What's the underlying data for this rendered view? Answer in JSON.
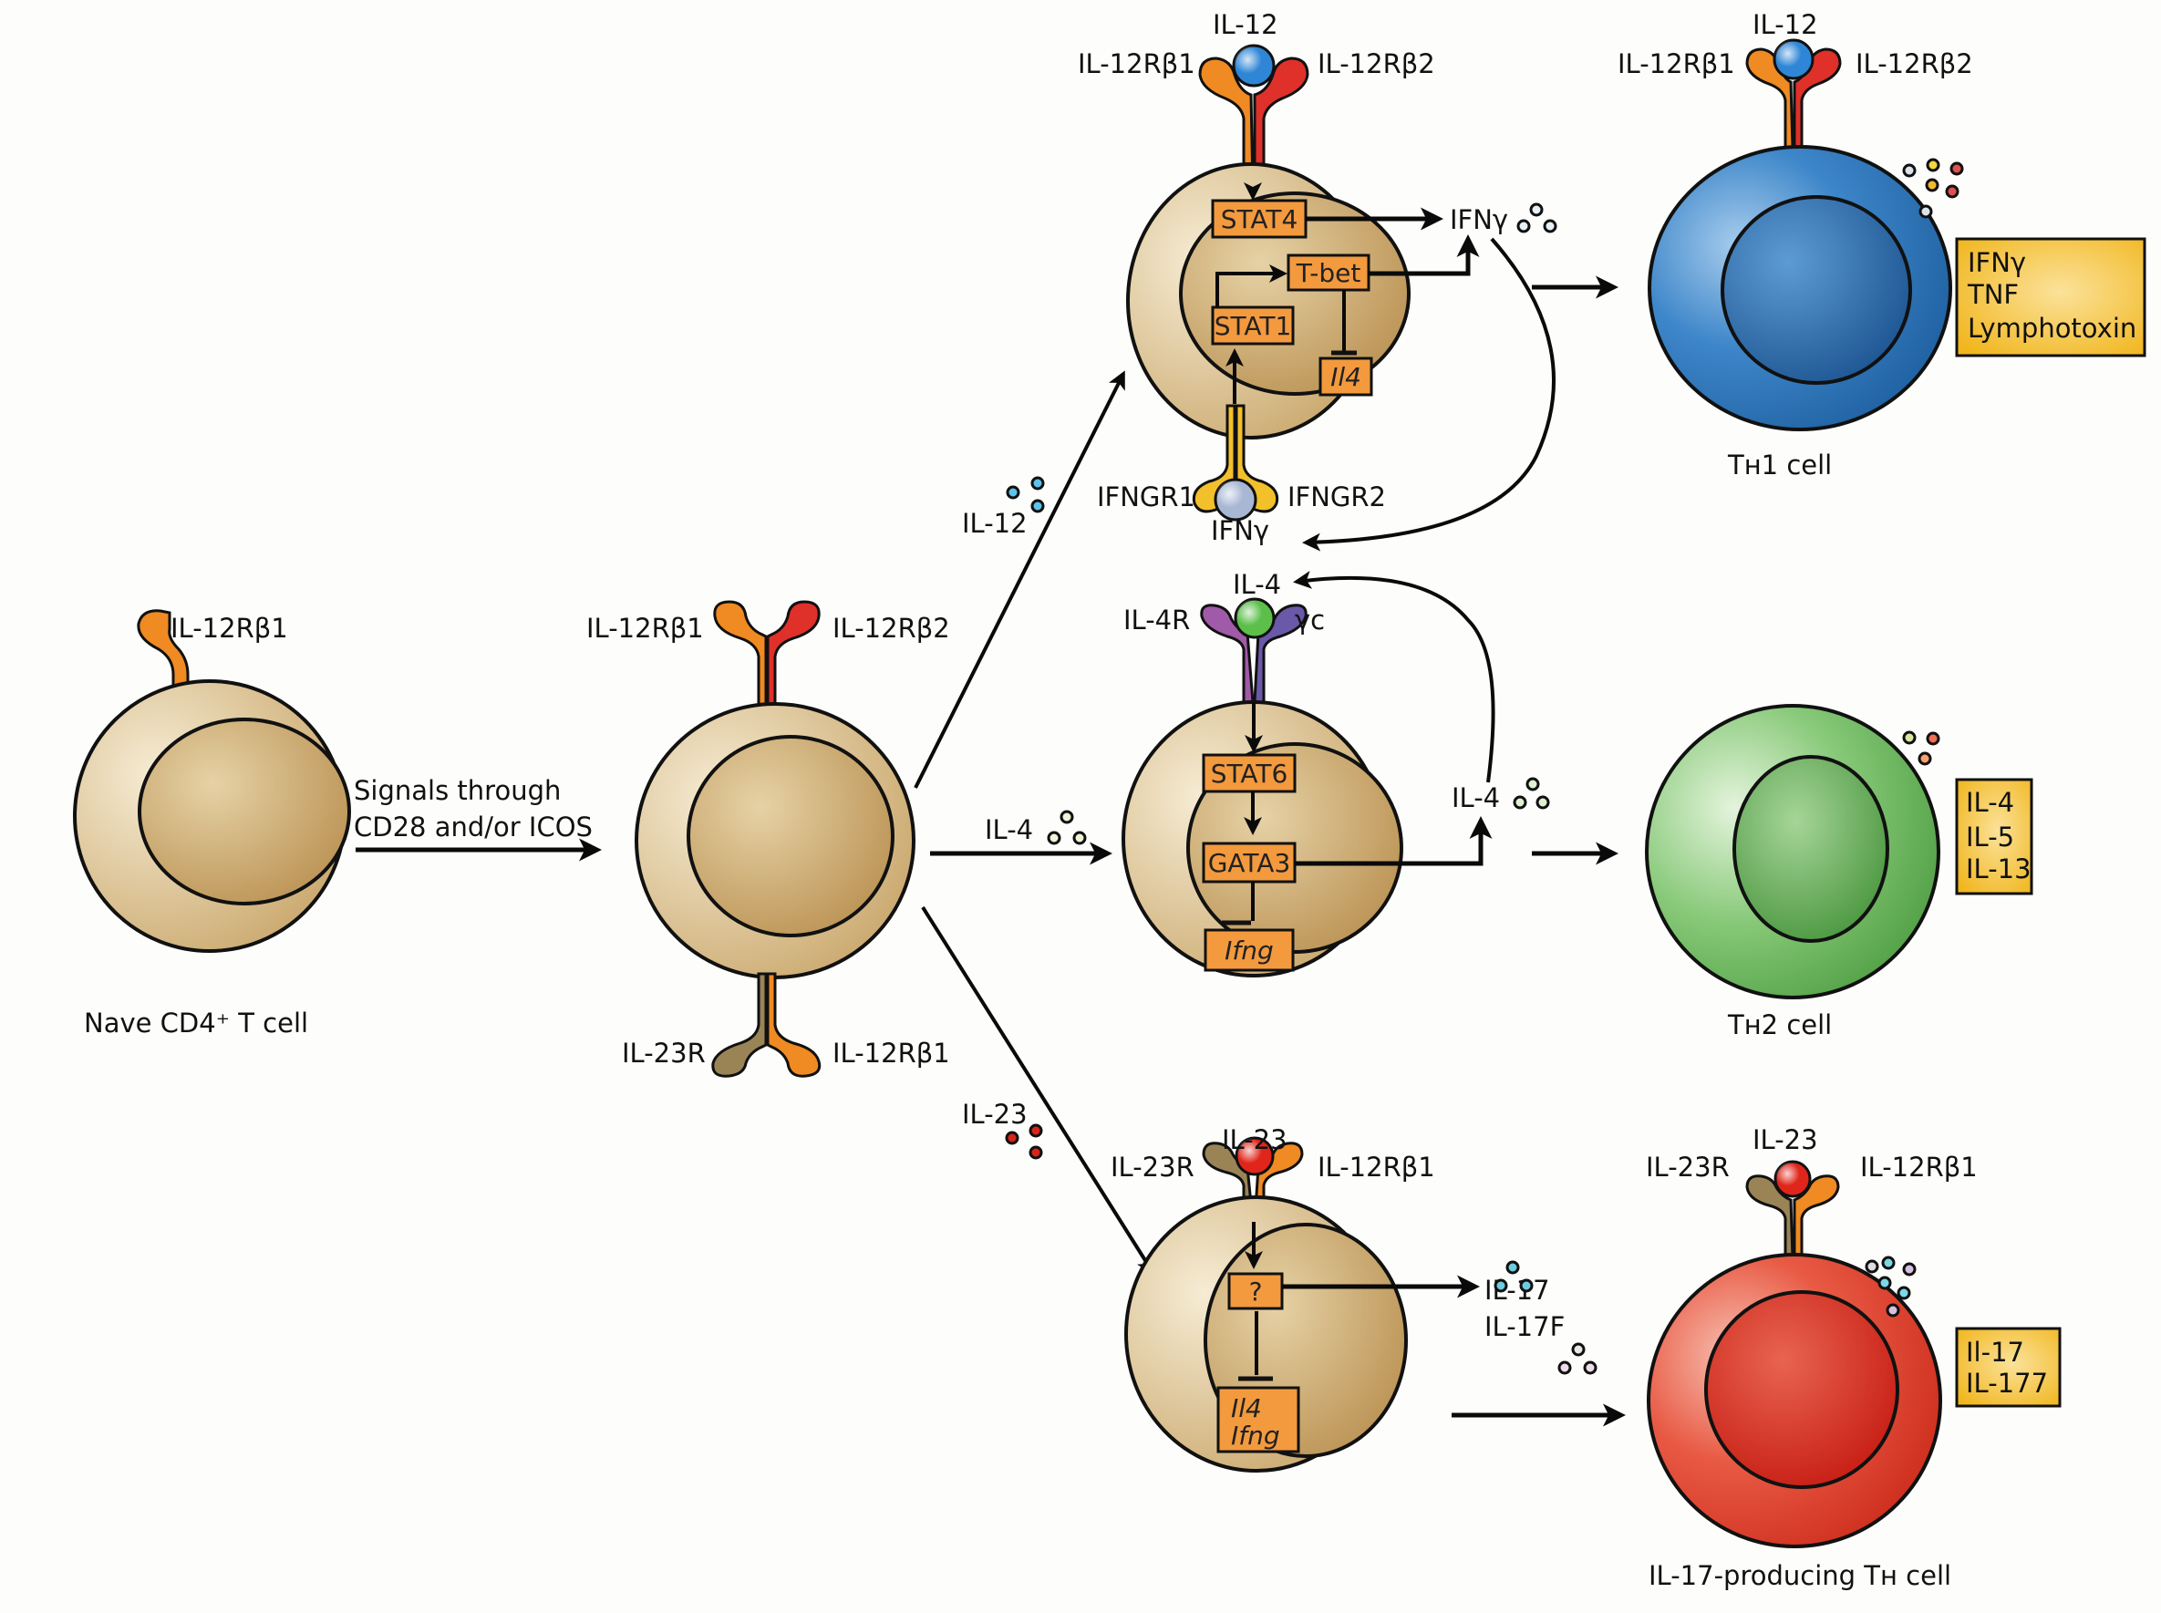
{
  "colors": {
    "naive_cell": "#d9c08e",
    "th1_cell": "#2a70b8",
    "th2_cell": "#6cb85a",
    "th17_cell": "#e23a28",
    "tf_box": "#f39a3e",
    "output_box": "#f6c23a",
    "il12_ligand": "#2f86d6",
    "il4_ligand": "#5cbf4a",
    "il23_ligand": "#e0261b",
    "ifng_ligand": "#a8b8d4",
    "il12rb1": "#f08a22",
    "il12rb2": "#e0302a",
    "il23r": "#9a8456",
    "il4r": "#a05aa8",
    "gamma_c": "#6a58a8",
    "ifngr": "#f2c02a"
  },
  "cells": {
    "naive": {
      "label": "Nave CD4⁺ T cell",
      "receptor": "IL-12Rβ1"
    },
    "activated": {
      "receptor_top_left": "IL-12Rβ1",
      "receptor_top_right": "IL-12Rβ2",
      "receptor_bottom_left": "IL-23R",
      "receptor_bottom_right": "IL-12Rβ1"
    },
    "th1_precursor": {
      "ligand": "IL-12",
      "receptor_left": "IL-12Rβ1",
      "receptor_right": "IL-12Rβ2",
      "tf_boxes": [
        "STAT4",
        "T-bet",
        "STAT1",
        "Il4"
      ],
      "secreted": "IFNγ",
      "bottom_receptor_left": "IFNGR1",
      "bottom_receptor_right": "IFNGR2",
      "bottom_ligand": "IFNγ"
    },
    "th2_precursor": {
      "ligand": "IL-4",
      "receptor_left": "IL-4R",
      "receptor_right": "γc",
      "tf_boxes": [
        "STAT6",
        "GATA3",
        "Ifng"
      ],
      "secreted": "IL-4"
    },
    "th17_precursor": {
      "ligand": "IL-23",
      "receptor_left": "IL-23R",
      "receptor_right": "IL-12Rβ1",
      "tf_boxes": [
        "?",
        "Il4",
        "Ifng"
      ],
      "secreted_line1": "IL-17",
      "secreted_line2": "IL-17F"
    },
    "th1": {
      "label": "Tʜ1 cell",
      "ligand": "IL-12",
      "receptor_left": "IL-12Rβ1",
      "receptor_right": "IL-12Rβ2",
      "outputs": [
        "IFNγ",
        "TNF",
        "Lymphotoxin"
      ]
    },
    "th2": {
      "label": "Tʜ2 cell",
      "outputs": [
        "IL-4",
        "IL-5",
        "IL-13"
      ]
    },
    "th17": {
      "label": "IL-17-producing Tʜ cell",
      "ligand": "IL-23",
      "receptor_left": "IL-23R",
      "receptor_right": "IL-12Rβ1",
      "outputs": [
        "Il-17",
        "IL-177"
      ]
    }
  },
  "arrows": {
    "naive_to_activated": {
      "line1": "Signals through",
      "line2": "CD28 and/or ICOS"
    },
    "to_th1": "IL-12",
    "to_th2": "IL-4",
    "to_th17": "IL-23"
  }
}
